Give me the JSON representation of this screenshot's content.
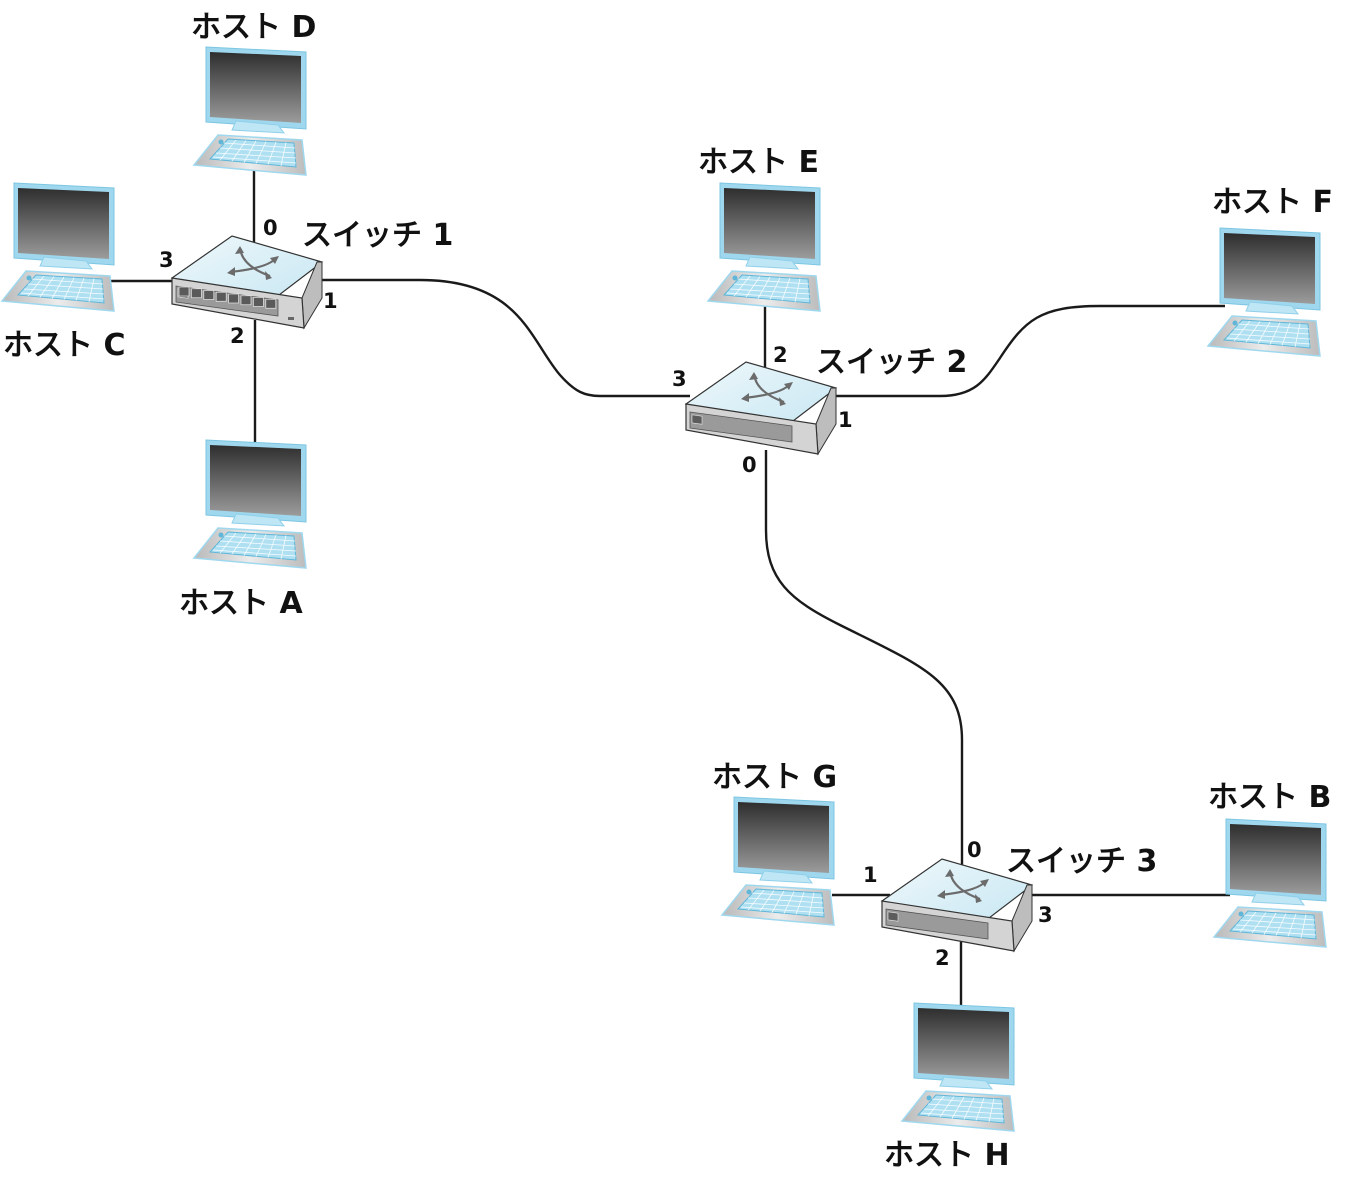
{
  "diagram": {
    "type": "network-topology",
    "switches": [
      {
        "id": "sw1",
        "label": "スイッチ 1",
        "ports": [
          "0",
          "1",
          "2",
          "3"
        ]
      },
      {
        "id": "sw2",
        "label": "スイッチ 2",
        "ports": [
          "0",
          "1",
          "2",
          "3"
        ]
      },
      {
        "id": "sw3",
        "label": "スイッチ 3",
        "ports": [
          "0",
          "1",
          "2",
          "3"
        ]
      }
    ],
    "hosts": [
      {
        "id": "A",
        "label": "ホスト A"
      },
      {
        "id": "B",
        "label": "ホスト B"
      },
      {
        "id": "C",
        "label": "ホスト C"
      },
      {
        "id": "D",
        "label": "ホスト D"
      },
      {
        "id": "E",
        "label": "ホスト E"
      },
      {
        "id": "F",
        "label": "ホスト F"
      },
      {
        "id": "G",
        "label": "ホスト G"
      },
      {
        "id": "H",
        "label": "ホスト H"
      }
    ],
    "links": [
      {
        "from": "sw1",
        "from_port": "0",
        "to": "D"
      },
      {
        "from": "sw1",
        "from_port": "1",
        "to": "sw2",
        "to_port": "3"
      },
      {
        "from": "sw1",
        "from_port": "2",
        "to": "A"
      },
      {
        "from": "sw1",
        "from_port": "3",
        "to": "C"
      },
      {
        "from": "sw2",
        "from_port": "0",
        "to": "sw3",
        "to_port": "0"
      },
      {
        "from": "sw2",
        "from_port": "1",
        "to": "F"
      },
      {
        "from": "sw2",
        "from_port": "2",
        "to": "E"
      },
      {
        "from": "sw3",
        "from_port": "1",
        "to": "G"
      },
      {
        "from": "sw3",
        "from_port": "2",
        "to": "H"
      },
      {
        "from": "sw3",
        "from_port": "3",
        "to": "B"
      }
    ]
  },
  "colors": {
    "line": "#1a1a1a",
    "screen_dark": "#3a3a3a",
    "screen_light": "#9a9a9a",
    "frame_blue": "#8fd0ea",
    "keyboard_blue": "#a9dcf0",
    "switch_top": "#d6eef6",
    "switch_body": "#cfcfcf"
  }
}
